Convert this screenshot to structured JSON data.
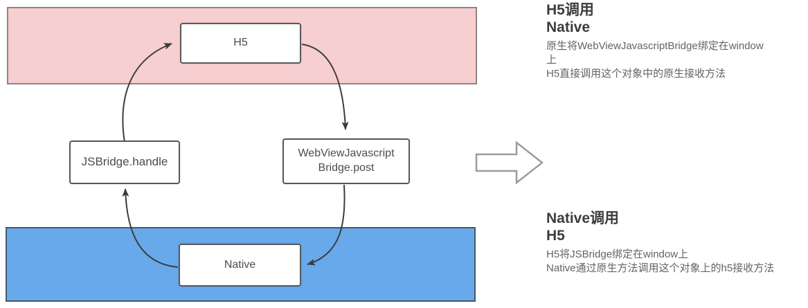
{
  "diagram": {
    "nodes": {
      "h5": "H5",
      "jsbridge_handle": "JSBridge.handle",
      "webview_bridge_line1": "WebViewJavascript",
      "webview_bridge_line2": "Bridge.post",
      "native": "Native"
    },
    "flow": [
      "JSBridge.handle → H5",
      "H5 → WebViewJavascriptBridge.post",
      "WebViewJavascriptBridge.post → Native",
      "Native → JSBridge.handle"
    ],
    "colors": {
      "h5_band_fill": "#f7cfd0",
      "h5_band_border": "#8d8287",
      "native_band_fill": "#68a9ec",
      "native_band_border": "#46586b",
      "node_border": "#58585a",
      "arrow_stroke": "#3c3c3c",
      "big_arrow_stroke": "#9b9b9b",
      "big_arrow_fill": "#ffffff"
    }
  },
  "annotations": {
    "h5_call_native": {
      "title_line1": "H5调用",
      "title_line2": "Native",
      "body_lines": [
        "原生将WebViewJavascriptBridge绑定在window",
        "上",
        "H5直接调用这个对象中的原生接收方法"
      ]
    },
    "native_call_h5": {
      "title_line1": "Native调用",
      "title_line2": "H5",
      "body_lines": [
        "H5将JSBridge绑定在window上",
        "Native通过原生方法调用这个对象上的h5接收方法"
      ]
    }
  }
}
